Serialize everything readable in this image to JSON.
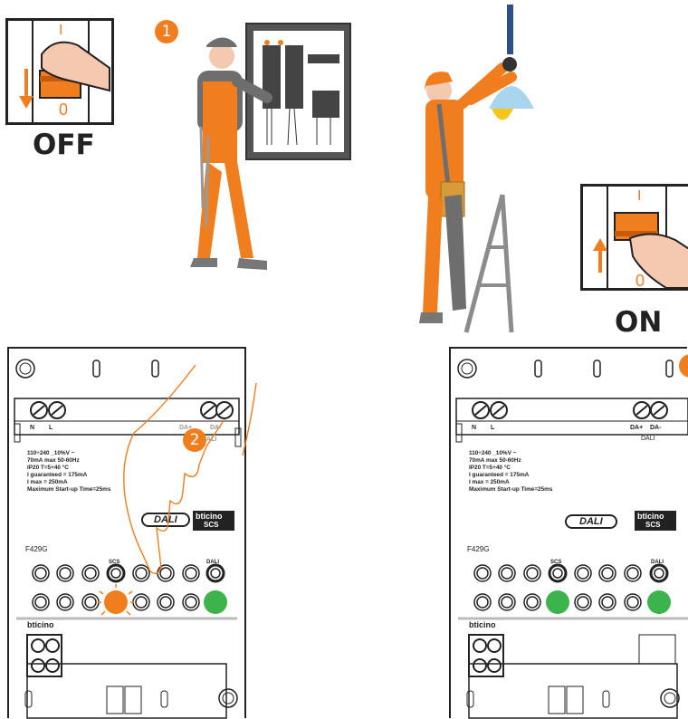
{
  "panel_off": {
    "label": "OFF",
    "switch_top_mark": "I",
    "switch_bottom_mark": "0",
    "step_number": "1"
  },
  "panel_on": {
    "label": "ON",
    "switch_top_mark": "I",
    "switch_bottom_mark": "0"
  },
  "device_left": {
    "step_number": "2",
    "terminal_labels": [
      "N",
      "L"
    ],
    "dali_terminals": [
      "DA+",
      "DA-"
    ],
    "dali_label": "DALI",
    "specs": [
      "110÷240 _10%V ~",
      "70mA max  50-60Hz",
      "IP20  T=5+40 °C",
      "I guaranteed = 175mA",
      "I max = 250mA",
      "Maximum Start-up Time=25ms"
    ],
    "model": "F429G",
    "scs_label": "SCS",
    "dali_button_label": "DALI",
    "brand": "bticino",
    "brand_badge_top": "bticino",
    "brand_badge_bottom": "SCS",
    "dali_logo": "DALI"
  },
  "device_right": {
    "terminal_labels": [
      "N",
      "L"
    ],
    "dali_terminals": [
      "DA+",
      "DA-"
    ],
    "dali_label": "DALI",
    "specs": [
      "110÷240 _10%V ~",
      "70mA max  50-60Hz",
      "IP20  T=5+40 °C",
      "I guaranteed = 175mA",
      "I max = 250mA",
      "Maximum Start-up Time=25ms"
    ],
    "model": "F429G",
    "scs_label": "SCS",
    "dali_button_label": "DALI",
    "brand": "bticino",
    "brand_badge_top": "bticino",
    "brand_badge_bottom": "SCS",
    "dali_logo": "DALI"
  },
  "colors": {
    "accent_orange": "#f07d1e",
    "led_green": "#3cb44b",
    "led_orange": "#f07d1e",
    "lamp_blue": "#a9d6ee",
    "bulb_yellow": "#f5c518"
  }
}
